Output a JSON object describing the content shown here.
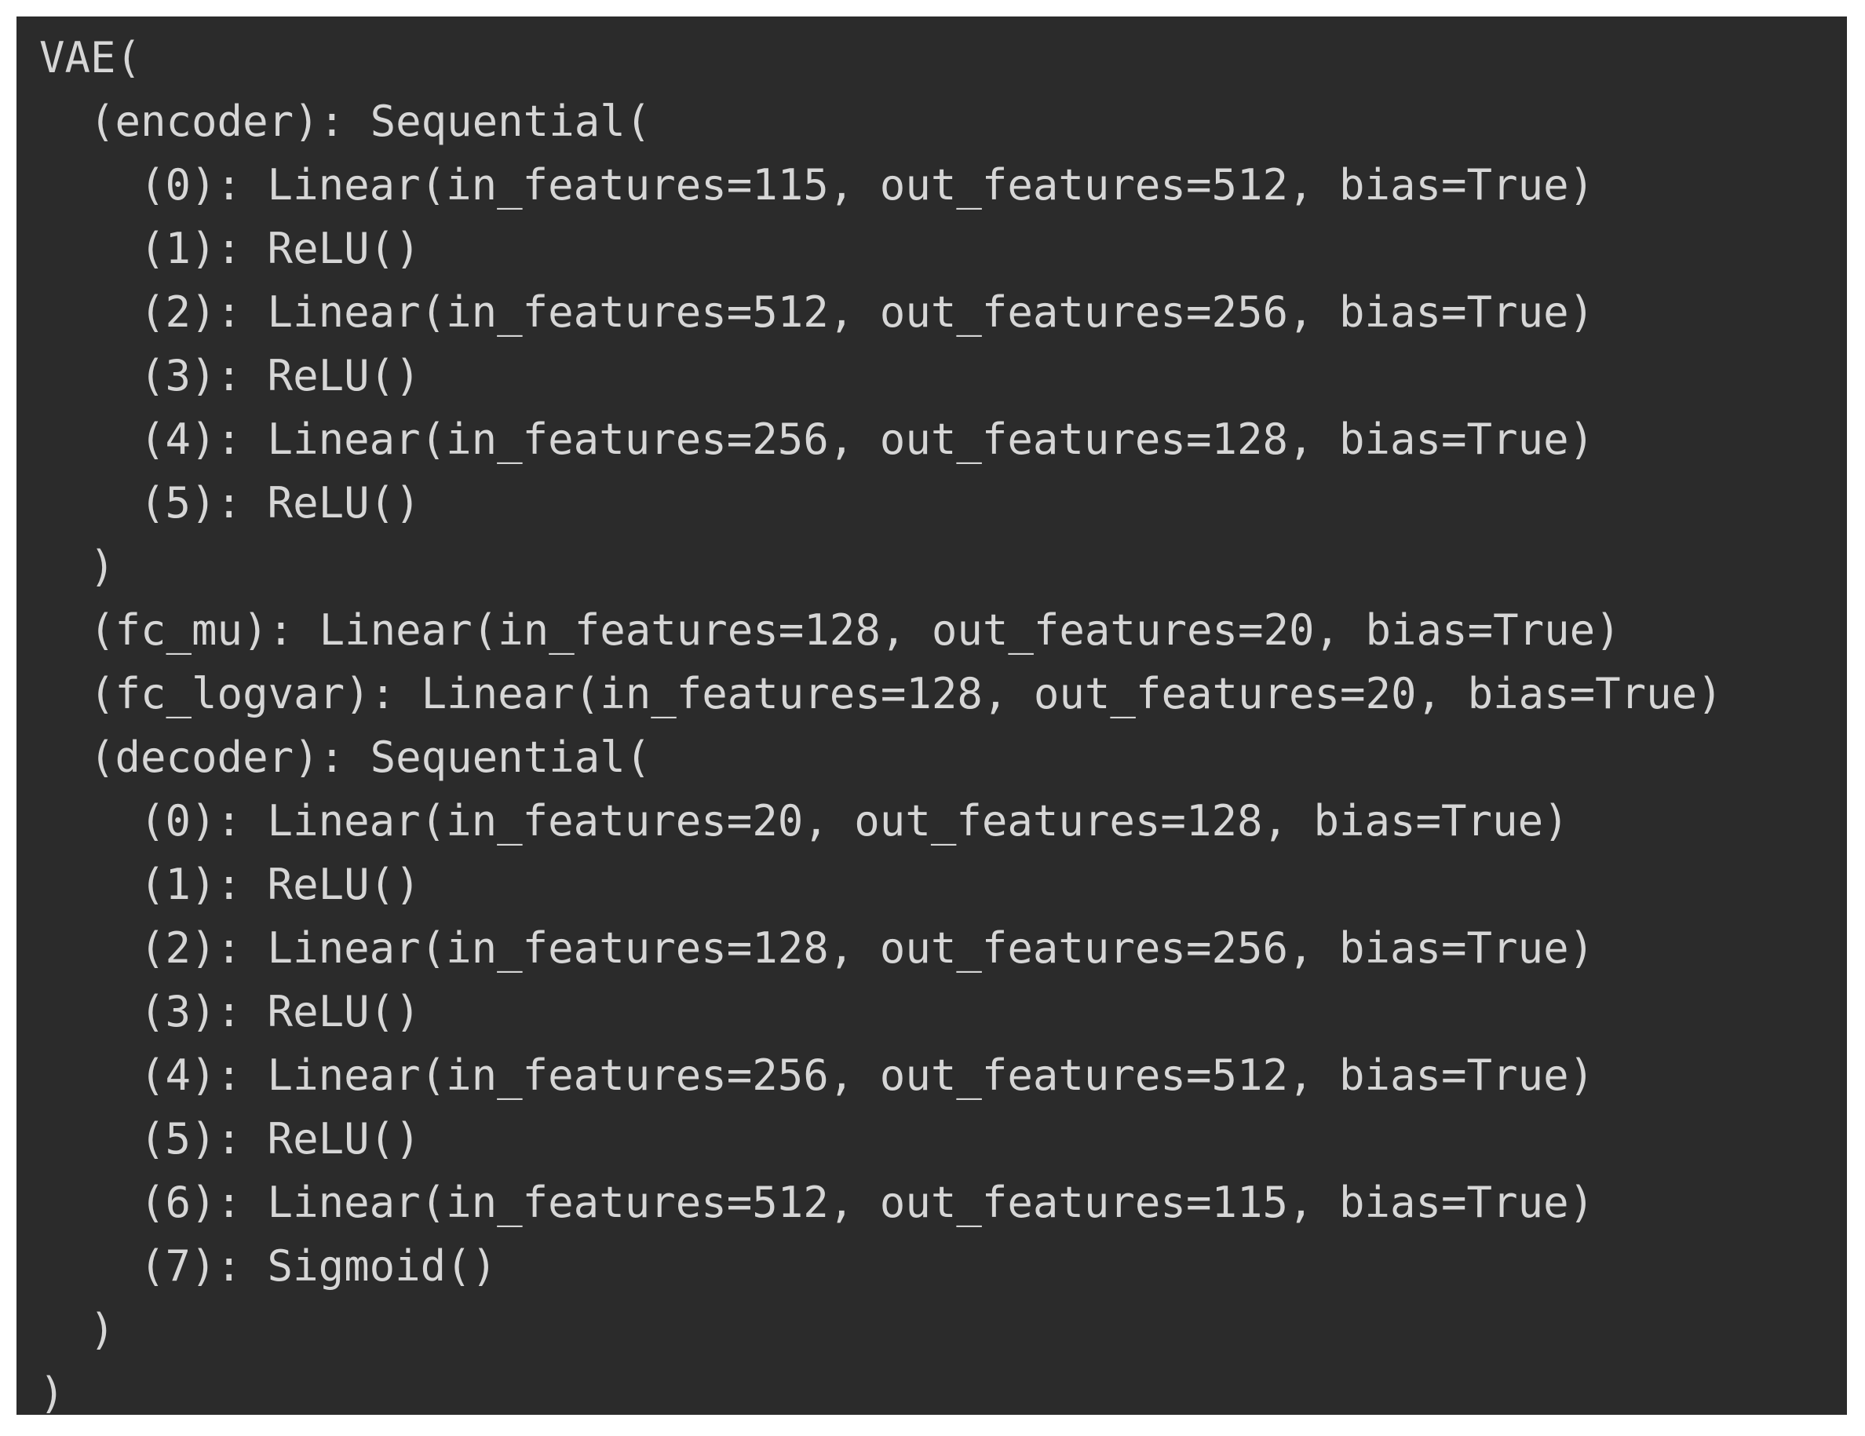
{
  "console": {
    "lines": [
      {
        "indent": 0,
        "text": "VAE("
      },
      {
        "indent": 1,
        "text": "(encoder): Sequential("
      },
      {
        "indent": 2,
        "text": "(0): Linear(in_features=115, out_features=512, bias=True)"
      },
      {
        "indent": 2,
        "text": "(1): ReLU()"
      },
      {
        "indent": 2,
        "text": "(2): Linear(in_features=512, out_features=256, bias=True)"
      },
      {
        "indent": 2,
        "text": "(3): ReLU()"
      },
      {
        "indent": 2,
        "text": "(4): Linear(in_features=256, out_features=128, bias=True)"
      },
      {
        "indent": 2,
        "text": "(5): ReLU()"
      },
      {
        "indent": 1,
        "text": ")"
      },
      {
        "indent": 1,
        "text": "(fc_mu): Linear(in_features=128, out_features=20, bias=True)"
      },
      {
        "indent": 1,
        "text": "(fc_logvar): Linear(in_features=128, out_features=20, bias=True)"
      },
      {
        "indent": 1,
        "text": "(decoder): Sequential("
      },
      {
        "indent": 2,
        "text": "(0): Linear(in_features=20, out_features=128, bias=True)"
      },
      {
        "indent": 2,
        "text": "(1): ReLU()"
      },
      {
        "indent": 2,
        "text": "(2): Linear(in_features=128, out_features=256, bias=True)"
      },
      {
        "indent": 2,
        "text": "(3): ReLU()"
      },
      {
        "indent": 2,
        "text": "(4): Linear(in_features=256, out_features=512, bias=True)"
      },
      {
        "indent": 2,
        "text": "(5): ReLU()"
      },
      {
        "indent": 2,
        "text": "(6): Linear(in_features=512, out_features=115, bias=True)"
      },
      {
        "indent": 2,
        "text": "(7): Sigmoid()"
      },
      {
        "indent": 1,
        "text": ")"
      },
      {
        "indent": 0,
        "text": ")"
      }
    ]
  },
  "colors": {
    "background": "#2b2b2b",
    "text": "#d6d6d6",
    "frame": "#ffffff"
  }
}
